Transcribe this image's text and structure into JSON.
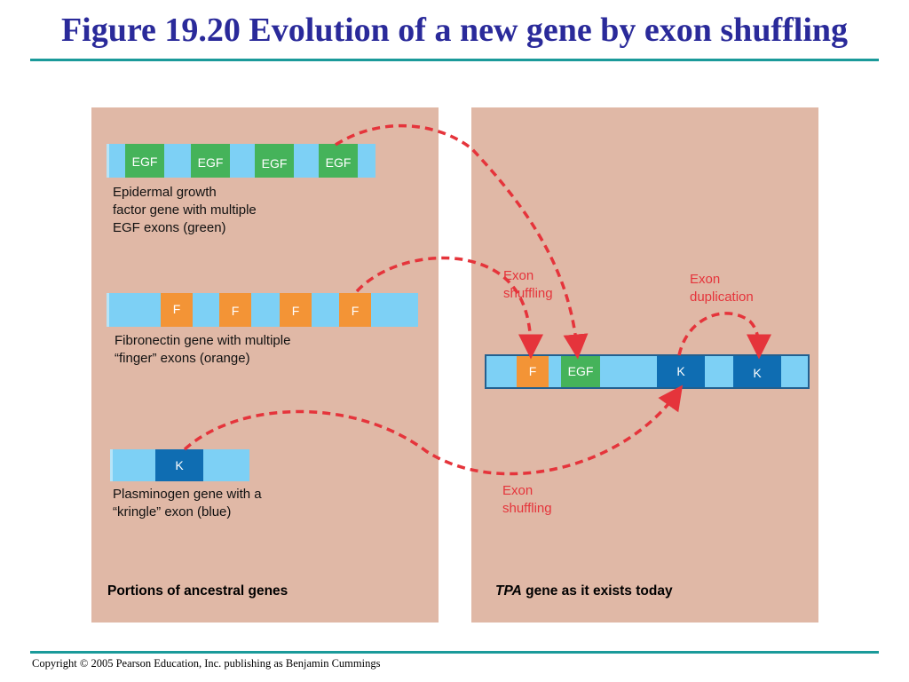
{
  "title": "Figure 19.20 Evolution of a new gene by exon shuffling",
  "copyright": "Copyright © 2005 Pearson Education, Inc. publishing as Benjamin Cummings",
  "left_panel": {
    "egf_gene": {
      "exons": [
        "EGF",
        "EGF",
        "EGF",
        "EGF"
      ],
      "description": [
        "Epidermal growth",
        "factor gene with multiple",
        "EGF exons (green)"
      ]
    },
    "fibronectin_gene": {
      "exons": [
        "F",
        "F",
        "F",
        "F"
      ],
      "description": [
        "Fibronectin gene with multiple",
        "“finger” exons (orange)"
      ]
    },
    "plasminogen_gene": {
      "exons": [
        "K"
      ],
      "description": [
        "Plasminogen gene with a",
        "“kringle” exon (blue)"
      ]
    },
    "caption": "Portions of ancestral genes"
  },
  "right_panel": {
    "tpa_gene": {
      "exons": [
        "F",
        "EGF",
        "K",
        "K"
      ]
    },
    "labels": {
      "exon_shuffling_top": [
        "Exon",
        "shuffling"
      ],
      "exon_duplication": [
        "Exon",
        "duplication"
      ],
      "exon_shuffling_bottom": [
        "Exon",
        "shuffling"
      ]
    },
    "caption_italic": "TPA",
    "caption_rest": " gene as it exists today"
  },
  "colors": {
    "egf_exon": "#45b35a",
    "finger_exon": "#f39436",
    "kringle_exon": "#0f6db2",
    "intron": "#7dd0f5",
    "panel": "#e0b8a6",
    "arrow": "#e5343b",
    "title": "#2a2a9a"
  }
}
